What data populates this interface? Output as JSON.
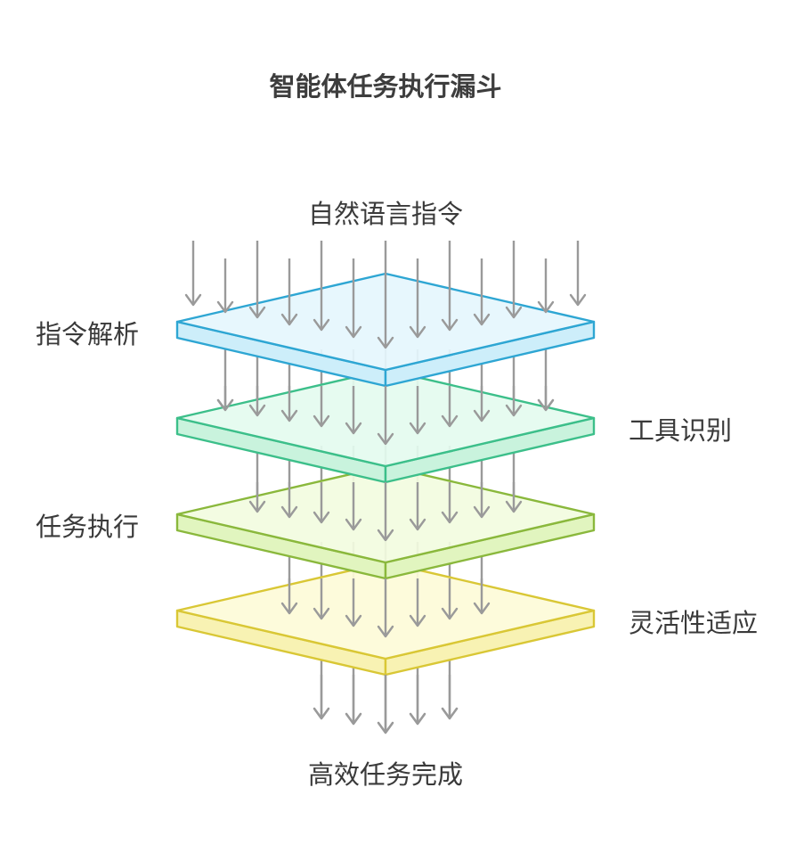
{
  "title": "智能体任务执行漏斗",
  "input_label": "自然语言指令",
  "output_label": "高效任务完成",
  "layers": [
    {
      "label": "指令解析",
      "side": "left",
      "stroke": "#2ea6d3",
      "fill": "#e5f6fd",
      "edge": "#cdeefa"
    },
    {
      "label": "工具识别",
      "side": "right",
      "stroke": "#3cbf8a",
      "fill": "#e4fbef",
      "edge": "#c9f3dd"
    },
    {
      "label": "任务执行",
      "side": "left",
      "stroke": "#8ab83c",
      "fill": "#f2fce0",
      "edge": "#e1f5bf"
    },
    {
      "label": "灵活性适应",
      "side": "right",
      "stroke": "#d9c735",
      "fill": "#fdfbd8",
      "edge": "#f8f2b3"
    }
  ],
  "arrow_color": "#9a9a9a"
}
